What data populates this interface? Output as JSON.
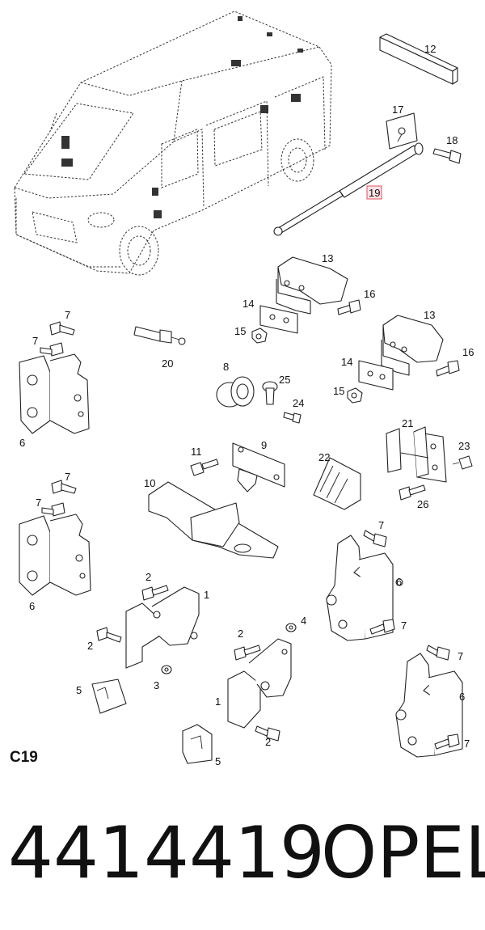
{
  "diagram": {
    "section_code": "C19",
    "callouts": {
      "c1a": "1",
      "c1b": "1",
      "c2a": "2",
      "c2b": "2",
      "c2c": "2",
      "c2d": "2",
      "c3": "3",
      "c4": "4",
      "c5a": "5",
      "c5b": "5",
      "c6a": "6",
      "c6b": "6",
      "c6c": "6",
      "c6d": "6",
      "c7a": "7",
      "c7b": "7",
      "c7c": "7",
      "c7d": "7",
      "c7e": "7",
      "c7f": "7",
      "c7g": "7",
      "c7h": "7",
      "c8": "8",
      "c9": "9",
      "c10": "10",
      "c11": "11",
      "c12": "12",
      "c13a": "13",
      "c13b": "13",
      "c14a": "14",
      "c14b": "14",
      "c15a": "15",
      "c15b": "15",
      "c16a": "16",
      "c16b": "16",
      "c17": "17",
      "c18": "18",
      "c19": "19",
      "c20": "20",
      "c21": "21",
      "c22": "22",
      "c23": "23",
      "c24": "24",
      "c25": "25",
      "c26": "26"
    },
    "highlight_color": "#e05060"
  },
  "footer": {
    "part_number": "4414419",
    "brand": "OPEL"
  }
}
